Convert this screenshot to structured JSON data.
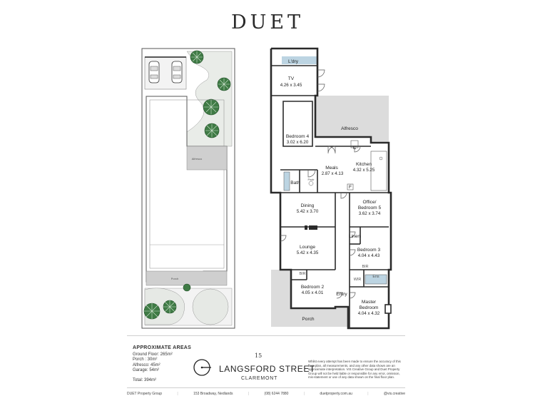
{
  "brand": "DUET",
  "rooms": {
    "laundry": "L'dry",
    "tv": {
      "name": "TV",
      "dim": "4.26 x 3.45"
    },
    "bedroom4": {
      "name": "Bedroom 4",
      "dim": "3.02 x 6.20"
    },
    "alfresco": "Alfresco",
    "meals": {
      "name": "Meals",
      "dim": "2.87 x 4.13"
    },
    "kitchen": {
      "name": "Kitchen",
      "dim": "4.32 x 5.25"
    },
    "c": "C",
    "bath": "Bath",
    "pwdr": "Pwdr",
    "f": "F",
    "dining": {
      "name": "Dining",
      "dim": "5.42 x 3.70"
    },
    "office": {
      "name1": "Office/",
      "name2": "Bedroom 5",
      "dim": "3.62 x 3.74"
    },
    "linen": "Linen",
    "lounge": {
      "name": "Lounge",
      "dim": "5.42 x 4.35"
    },
    "bedroom3": {
      "name": "Bedroom 3",
      "dim": "4.04 x 4.43"
    },
    "bir1": "BIR",
    "bir2": "BIR",
    "wir": "WIR",
    "ens": "Ens",
    "bedroom2": {
      "name": "Bedroom 2",
      "dim": "4.05 x 4.01"
    },
    "entry": "Entry",
    "master": {
      "name1": "Master",
      "name2": "Bedroom",
      "dim": "4.04 x 4.32"
    },
    "porch": "Porch"
  },
  "site": {
    "alfresco": "Alfresco",
    "porch": "Porch"
  },
  "areas": {
    "title": "APPROXIMATE AREAS",
    "ground": "Ground Floor: 265m²",
    "porch": "Porch : 30m²",
    "alfresco": "Alfresco: 45m²",
    "garage": "Garage: 54m²",
    "total": "Total: 394m²"
  },
  "address": {
    "number": "15",
    "street": "LANGSFORD STREET",
    "suburb": "CLAREMONT"
  },
  "disclaimer": "Whilst every attempt has been made to ensure the accuracy of this floor plan, all measurements, and any other data shown are an approximate interpretation. VIS Creative Group and Duet Property Group will not be held liable or responsible for any error, omission, mis-statement or use of any data shown on the final floor plan.",
  "contact": {
    "company": "DUET Property Group",
    "address": "153 Broadway, Nedlands",
    "phone": "(08) 6244 7880",
    "website": "duetproperty.com.au",
    "credit": "@vis.creative"
  }
}
